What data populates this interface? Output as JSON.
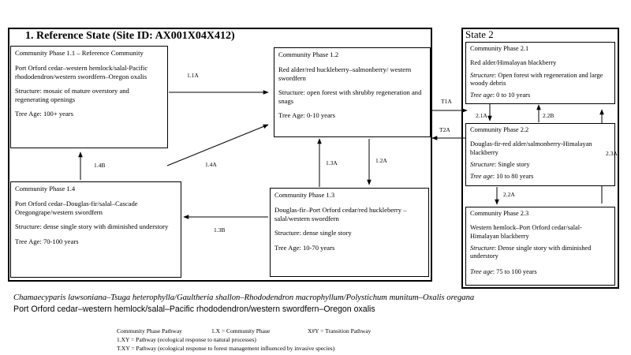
{
  "state1": {
    "title": "1. Reference State (Site ID: AX001X04X412)"
  },
  "state2": {
    "title": "State 2"
  },
  "phases": {
    "p11": {
      "title": "Community  Phase 1.1 – Reference Community",
      "species": "Port Orford cedar–western hemlock/salal-Pacific rhododendron/western swordfern–Oregon oxalis",
      "structure": "Structure:  mosaic of mature overstory and regenerating openings",
      "age": "Tree Age:  100+ years"
    },
    "p12": {
      "title": "Community  Phase 1.2",
      "species": "Red alder/red huckleberry–salmonberry/ western swordfern",
      "structure": "Structure:  open forest with shrubby regeneration  and snags",
      "age": "Tree Age:  0-10 years"
    },
    "p13": {
      "title": "Community  Phase 1.3",
      "species": "Douglas-fir–Port  Orford cedar/red huckleberry –salal/western  swordfern",
      "structure": "Structure:  dense  single  story",
      "age": "Tree Age:  10-70 years"
    },
    "p14": {
      "title": "Community  Phase 1.4",
      "species": "Port Orford cedar–Douglas-fir/salal–Cascade Oregongrape/western  swordfern",
      "structure": "Structure:  dense single story with diminished understory",
      "age": "Tree Age:  70-100 years"
    },
    "p21": {
      "title": "Community  Phase 2.1",
      "species": "Red alder/Himalayan  blackberry",
      "structure_label": "Structure",
      "structure": ":  Open forest with regeneration and large woody debris",
      "age_label": "Tree age",
      "age": ":  0 to 10 years"
    },
    "p22": {
      "title": "Community  Phase 2.2",
      "species": "Douglas-fir-red  alder/salmonberry-Himalayan  blackberry",
      "structure_label": "Structure",
      "structure": ":  Single  story",
      "age_label": "Tree age",
      "age": ":  10 to 80 years"
    },
    "p23": {
      "title": "Community  Phase 2.3",
      "species": "Western  hemlock–Port  Orford cedar/salal-Himalayan  blackberry",
      "structure_label": "Structure",
      "structure": ":  Dense  single  story with diminished understory",
      "age_label": "Tree age",
      "age": ":  75 to 100 years"
    }
  },
  "pathways": {
    "p1_1A": "1.1A",
    "p1_2A": "1.2A",
    "p1_3A": "1.3A",
    "p1_3B": "1.3B",
    "p1_4A": "1.4A",
    "p1_4B": "1.4B",
    "p2_1A": "2.1A",
    "p2_2A": "2.2A",
    "p2_2B": "2.2B",
    "p2_3A": "2.3A",
    "T1A": "T1A",
    "T2A": "T2A"
  },
  "species_line": {
    "scientific": "Chamaecyparis lawsoniana–Tsuga heterophylla/Gaultheria shallon–Rhododendron macrophyllum/Polystichum munitum–Oxalis oregana",
    "common": "Port Orford cedar–western hemlock/salal–Pacific  rhododendron/western swordfern–Oregon oxalis"
  },
  "legend": {
    "pathway": "Community Phase Pathway",
    "phase": "1.X = Community  Phase",
    "transition": "X#Y = Transition Pathway",
    "natural": "1.XY = Pathway (ecological response to natural processes)",
    "management": "T.XY = Pathway (ecological response to forest management influenced by invasive species)"
  }
}
